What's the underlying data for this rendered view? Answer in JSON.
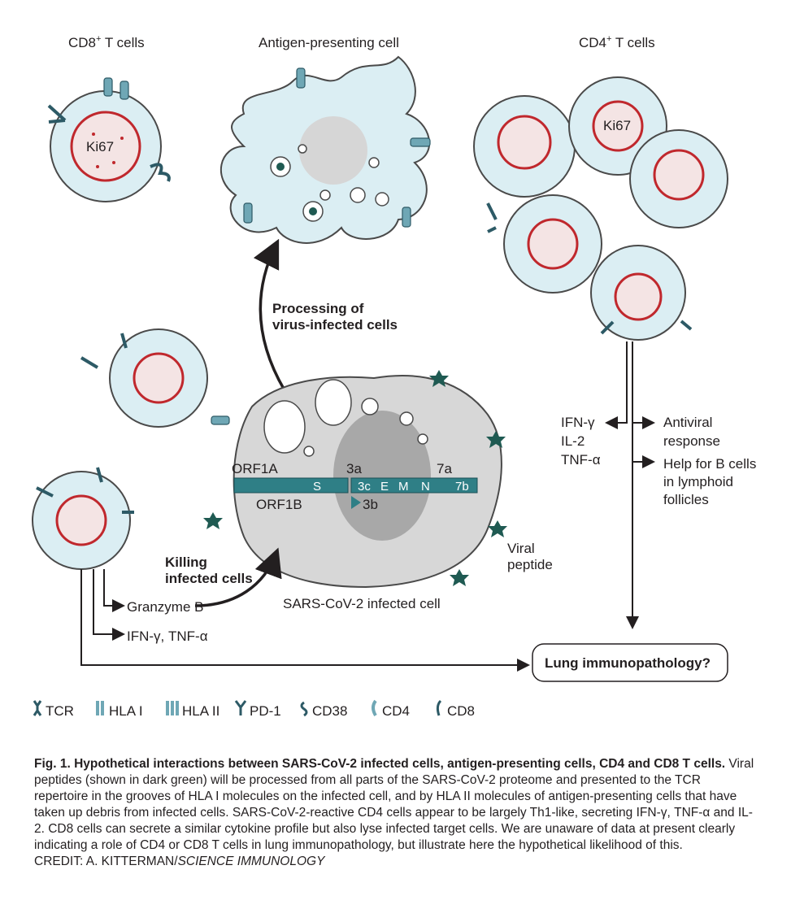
{
  "labels": {
    "cd8_title": "CD8",
    "cd8_sup": "+",
    "cd8_suffix": " T cells",
    "apc_title": "Antigen-presenting cell",
    "cd4_title": "CD4",
    "cd4_sup": "+",
    "cd4_suffix": " T cells",
    "ki67_a": "Ki67",
    "ki67_b": "Ki67",
    "processing_line1": "Processing of",
    "processing_line2": "virus-infected cells",
    "killing_line1": "Killing",
    "killing_line2": "infected cells",
    "granzyme": "Granzyme B",
    "ifn_tnf": "IFN-γ, TNF-α",
    "infected_cell": "SARS-CoV-2 infected cell",
    "viral_peptide_1": "Viral",
    "viral_peptide_2": "peptide",
    "cyto_1": "IFN-γ",
    "cyto_2": "IL-2",
    "cyto_3": "TNF-α",
    "antiviral_1": "Antiviral",
    "antiviral_2": "response",
    "help_1": "Help for B cells",
    "help_2": "in lymphoid",
    "help_3": "follicles",
    "lung": "Lung immunopathology?"
  },
  "genome": {
    "orf1a": "ORF1A",
    "orf1b": "ORF1B",
    "s": "S",
    "g3a": "3a",
    "g3b": "3b",
    "g3c": "3c",
    "e": "E",
    "m": "M",
    "n": "N",
    "g7a": "7a",
    "g7b": "7b"
  },
  "legend": {
    "tcr": "TCR",
    "hla1": "HLA I",
    "hla2": "HLA II",
    "pd1": "PD-1",
    "cd38": "CD38",
    "cd4": "CD4",
    "cd8": "CD8"
  },
  "caption": {
    "title": "Fig. 1. Hypothetical interactions between SARS-CoV-2 infected cells, antigen-presenting cells, CD4 and CD8 T cells.",
    "body": " Viral peptides (shown in dark green) will be processed from all parts of the SARS-CoV-2 proteome and presented to the TCR repertoire in the grooves of HLA I molecules on the infected cell, and by HLA II molecules of antigen-presenting cells that have taken up debris from infected cells. SARS-CoV-2-reactive CD4 cells appear to be largely Th1-like, secreting IFN-γ, TNF-α and IL-2. CD8 cells can secrete a similar cytokine profile but also lyse infected target cells. We are unaware of data at present clearly indicating a role of CD4 or CD8 T cells in lung immunopathology, but illustrate here the hypothetical likelihood of this.",
    "credit_prefix": "CREDIT: A. KITTERMAN/",
    "credit_italic": "SCIENCE IMMUNOLOGY"
  },
  "colors": {
    "cell_fill": "#dbeef3",
    "nucleus_border": "#c0282d",
    "receptor": "#6fa7b5",
    "peptide": "#1f5a52",
    "genome_bar": "#2f7f86",
    "infected_cell": "#d7d7d7"
  }
}
